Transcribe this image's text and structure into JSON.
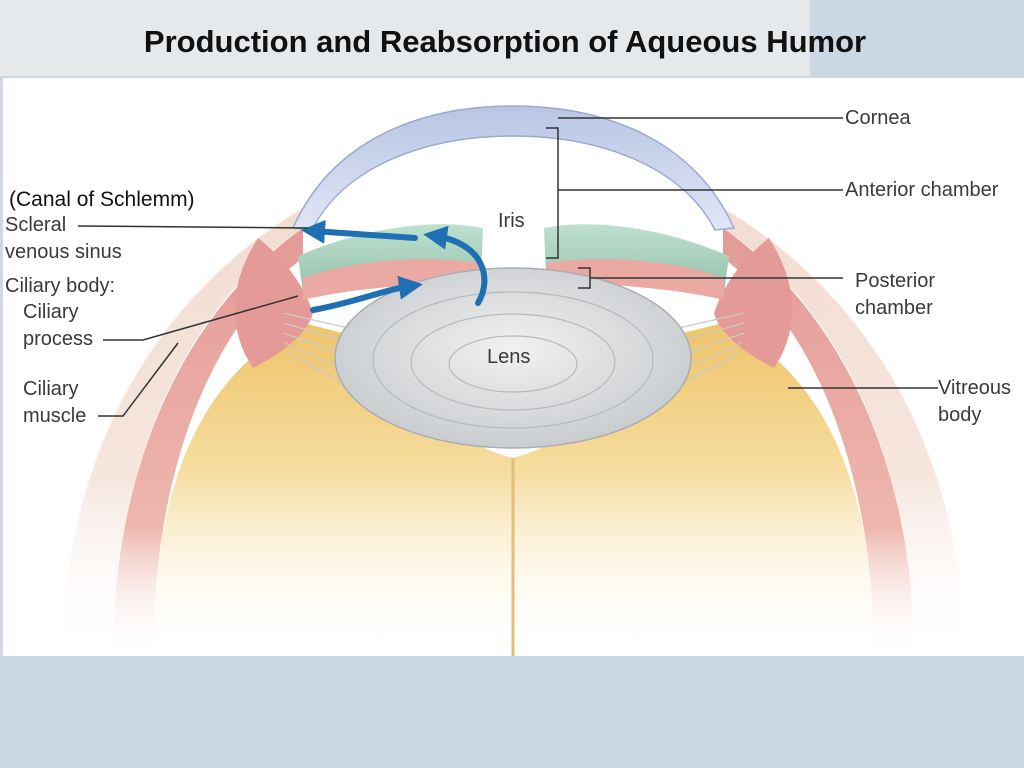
{
  "title": "Production and Reabsorption of Aqueous Humor",
  "labels": {
    "cornea": "Cornea",
    "anterior_chamber": "Anterior chamber",
    "canal_of_schlemm": "(Canal of Schlemm)",
    "scleral": "Scleral",
    "venous_sinus": "venous sinus",
    "ciliary_body": "Ciliary body:",
    "ciliary": "Ciliary",
    "process": "process",
    "ciliary2": "Ciliary",
    "muscle": "muscle",
    "iris": "Iris",
    "posterior": "Posterior",
    "chamber": "chamber",
    "lens": "Lens",
    "vitreous": "Vitreous",
    "body": "body"
  },
  "colors": {
    "background": "#ccd8e3",
    "title_bar": "#e6e9ec",
    "flow_arrow": "#1f6fb3",
    "cornea": "#c7d2ea",
    "iris": "#a9d0be",
    "ciliary_tissue": "#e9a7a3",
    "vitreous": "#f2d48a",
    "lens": "#d6d9dc",
    "leader_line": "#333333"
  }
}
